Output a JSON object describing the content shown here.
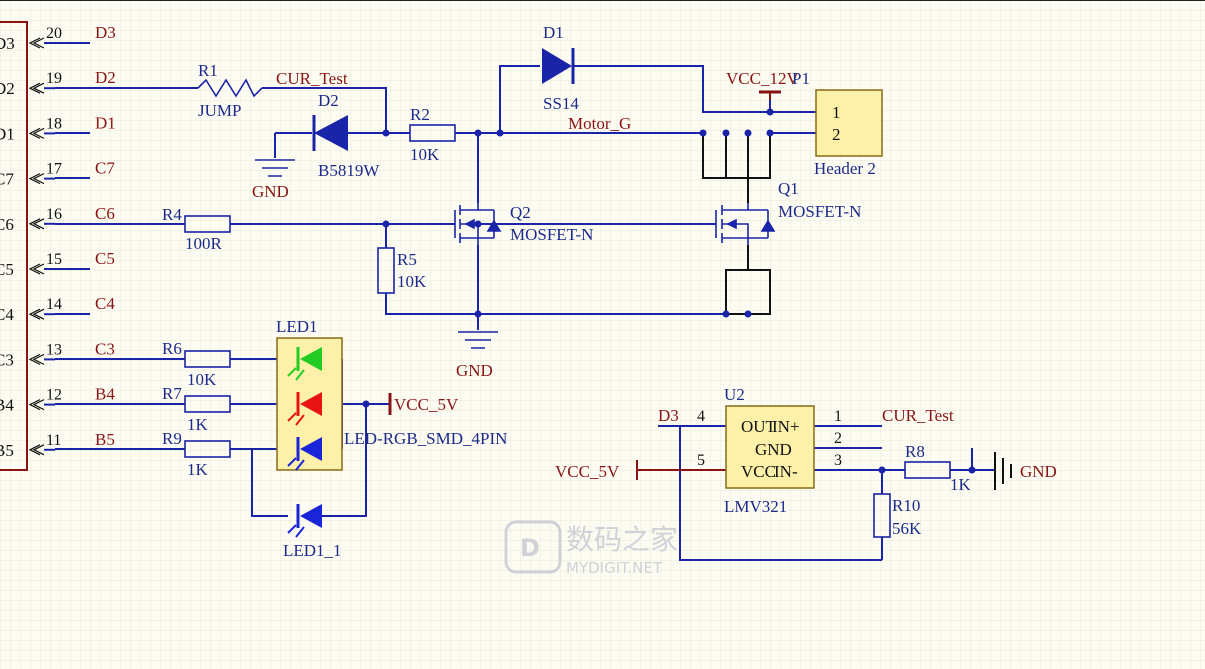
{
  "connector": {
    "pins": [
      {
        "num": "20",
        "net": "D3",
        "stub": "D3"
      },
      {
        "num": "19",
        "net": "D2",
        "stub": "D2"
      },
      {
        "num": "18",
        "net": "D1",
        "stub": "D1"
      },
      {
        "num": "17",
        "net": "C7",
        "stub": "C7"
      },
      {
        "num": "16",
        "net": "C6",
        "stub": "C6"
      },
      {
        "num": "15",
        "net": "C5",
        "stub": "C5"
      },
      {
        "num": "14",
        "net": "C4",
        "stub": "C4"
      },
      {
        "num": "13",
        "net": "C3",
        "stub": "C3"
      },
      {
        "num": "12",
        "net": "B4",
        "stub": "B4"
      },
      {
        "num": "11",
        "net": "B5",
        "stub": "B5"
      }
    ]
  },
  "parts": {
    "r1": {
      "ref": "R1",
      "value": "JUMP"
    },
    "d2": {
      "ref": "D2",
      "value": "B5819W"
    },
    "r2": {
      "ref": "R2",
      "value": "10K"
    },
    "d1": {
      "ref": "D1",
      "value": "SS14"
    },
    "r4": {
      "ref": "R4",
      "value": "100R"
    },
    "r5": {
      "ref": "R5",
      "value": "10K"
    },
    "q2": {
      "ref": "Q2",
      "value": "MOSFET-N"
    },
    "q1": {
      "ref": "Q1",
      "value": "MOSFET-N"
    },
    "p1": {
      "ref": "P1",
      "value": "Header 2",
      "pin1": "1",
      "pin2": "2"
    },
    "r6": {
      "ref": "R6",
      "value": "10K"
    },
    "r7": {
      "ref": "R7",
      "value": "1K"
    },
    "r9": {
      "ref": "R9",
      "value": "1K"
    },
    "led1": {
      "ref": "LED1",
      "value": "LED-RGB_SMD_4PIN"
    },
    "led1_1": {
      "ref": "LED1_1"
    },
    "u2": {
      "ref": "U2",
      "value": "LMV321",
      "pins": {
        "p1": "1",
        "p2": "2",
        "p3": "3",
        "p4": "4",
        "p5": "5"
      },
      "labels": {
        "out": "OUT",
        "inp": "IN+",
        "gnd": "GND",
        "vcc": "VCC",
        "inn": "IN-"
      }
    },
    "r8": {
      "ref": "R8",
      "value": "1K"
    },
    "r10": {
      "ref": "R10",
      "value": "56K"
    }
  },
  "nets": {
    "cur_test_1": "CUR_Test",
    "cur_test_2": "CUR_Test",
    "motor_g": "Motor_G",
    "vcc_12v": "VCC_12V",
    "vcc_5v_1": "VCC_5V",
    "vcc_5v_2": "VCC_5V",
    "d3_u2": "D3",
    "gnd_d2": "GND",
    "gnd_q2": "GND",
    "gnd_r8": "GND"
  },
  "watermark": {
    "cn": "数码之家",
    "en": "MYDIGIT.NET"
  },
  "colors": {
    "wire": "#1a24a8",
    "label": "#8a1414",
    "connector": "#8a1414",
    "part_fill": "#fdf0a8",
    "background": "#fdfcf2"
  }
}
